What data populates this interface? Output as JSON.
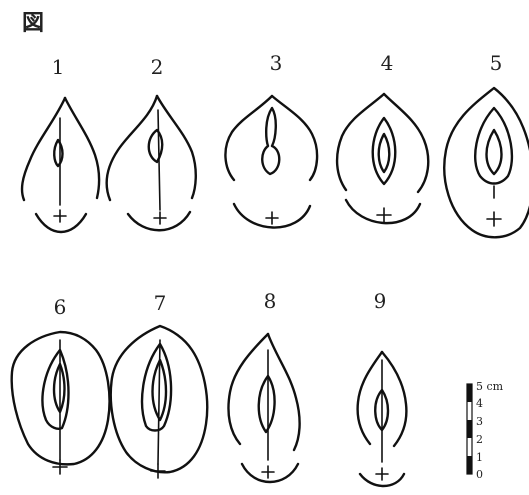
{
  "header": "図",
  "figures": [
    "1",
    "2",
    "3",
    "4",
    "5",
    "6",
    "7",
    "8",
    "9"
  ],
  "scale_bar": {
    "unit_label": "5 cm",
    "ticks": [
      "4",
      "3",
      "2",
      "1",
      "0"
    ]
  }
}
